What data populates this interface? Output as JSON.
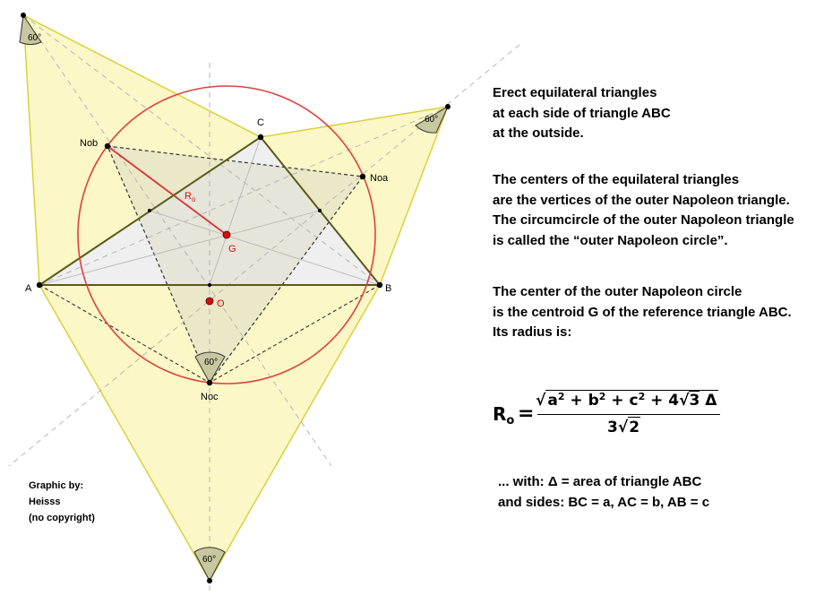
{
  "description": {
    "para1": [
      "Erect equilateral triangles",
      "at each side of triangle ABC",
      "at the outside."
    ],
    "para2": [
      "The centers of the equilateral triangles",
      "are the vertices of the outer Napoleon triangle.",
      "The circumcircle of the outer Napoleon triangle",
      "is called the “outer Napoleon circle”."
    ],
    "para3": [
      "The center of the outer Napoleon circle",
      "is the centroid G of the reference triangle ABC.",
      "Its radius is:"
    ]
  },
  "formula": {
    "lhs": "R",
    "lhs_sub": "o",
    "equals": "=",
    "numerator_radical": "√",
    "numerator_parts": [
      "a",
      "2",
      " + b",
      "2",
      " + c",
      "2",
      " + 4",
      "√",
      "3",
      " Δ"
    ],
    "denominator": [
      "3",
      "√",
      "2"
    ]
  },
  "note": [
    "... with: Δ = area of triangle ABC",
    "and sides: BC = a, AC = b, AB = c"
  ],
  "credit": [
    "Graphic by:",
    "Heisss",
    "(no copyright)"
  ],
  "labels": {
    "A": "A",
    "B": "B",
    "C": "C",
    "Noa": "Noa",
    "Nob": "Nob",
    "Noc": "Noc",
    "G": "G",
    "O": "O",
    "Ro": "R",
    "Ro_sub": "o",
    "angle": "60°"
  },
  "colors": {
    "equilateral_fill": "#fbf7c6",
    "equilateral_stroke": "#d9d23a",
    "triangle_stroke": "#5a5a1a",
    "napoleon_fill": "#e8e8d4",
    "circle": "#e04040",
    "radius": "#e03030",
    "point": "#000000",
    "center_point": "#d01010",
    "dashed": "#999999"
  }
}
